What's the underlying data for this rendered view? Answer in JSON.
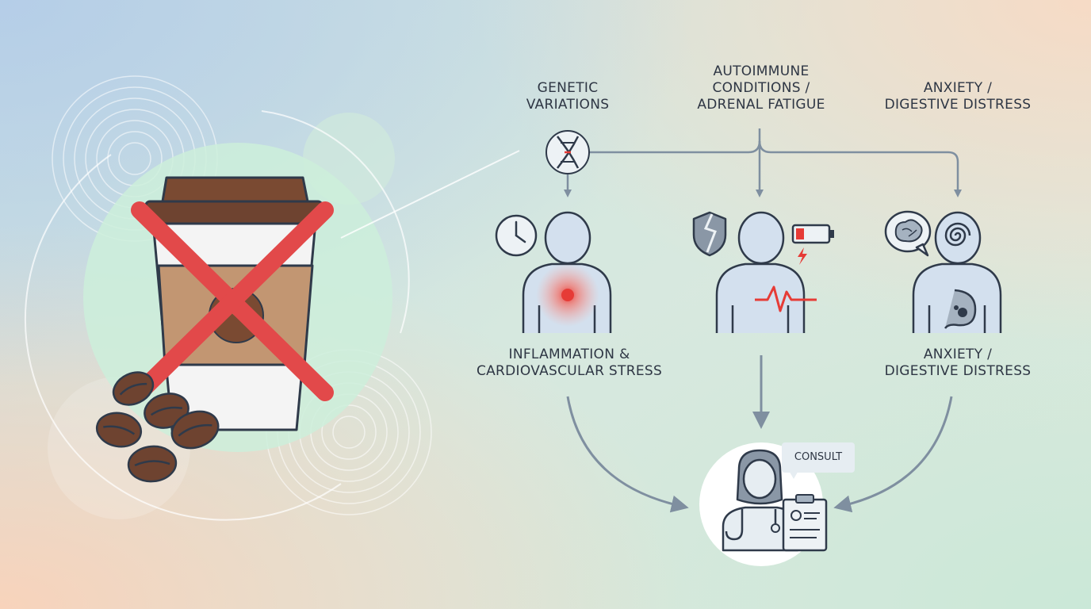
{
  "labels": {
    "genetic": "GENETIC\nVARIATIONS",
    "autoimmune": "AUTOIMMUNE\nCONDITIONS /\nADRENAL FATIGUE",
    "anxiety_top": "ANXIETY /\nDIGESTIVE DISTRESS",
    "inflammation": "INFLAMMATION &\nCARDIOVASCULAR STRESS",
    "anxiety_bottom": "ANXIETY /\nDIGESTIVE DISTRESS",
    "consult": "CONSULT"
  },
  "colors": {
    "line": "#2f3a4a",
    "arrow": "#7f8fa0",
    "body_fill": "#d3e0ee",
    "cross": "#e2494a",
    "accent_red": "#e63b36",
    "cup_lid": "#7a4a32",
    "cup_sleeve": "#c29672",
    "bean": "#6e4330"
  },
  "icons": [
    "no-coffee-icon",
    "dna-icon",
    "clock-icon",
    "broken-shield-icon",
    "low-battery-icon",
    "brain-speech-icon",
    "spiral-icon",
    "stomach-icon",
    "doctor-icon",
    "clipboard-icon"
  ]
}
